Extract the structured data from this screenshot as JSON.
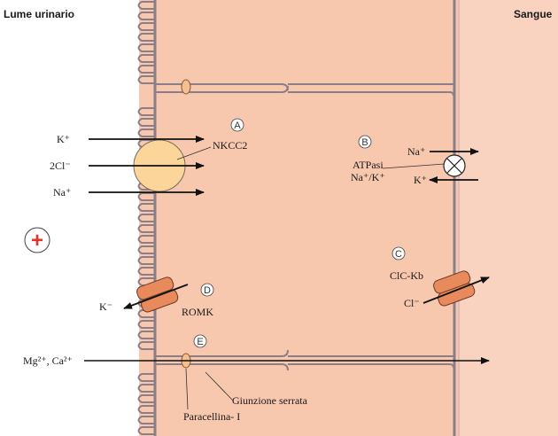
{
  "headers": {
    "lumen": "Lume urinario",
    "blood": "Sangue"
  },
  "markers": {
    "A": "A",
    "B": "B",
    "C": "C",
    "D": "D",
    "E": "E"
  },
  "labels": {
    "k_plus": "K⁺",
    "two_cl": "2Cl⁻",
    "na_plus": "Na⁺",
    "nkcc2": "NKCC2",
    "atpasi_line1": "ATPasi",
    "atpasi_line2": "Na⁺/K⁺",
    "pump_na": "Na⁺",
    "pump_k": "K⁺",
    "clckb": "ClC-Kb",
    "cl_minus": "Cl⁻",
    "romk_k": "K⁻",
    "romk": "ROMK",
    "mg_ca": "Mg²⁺, Ca²⁺",
    "giunzione": "Giunzione serrata",
    "paracellina": "Paracellina- I"
  },
  "plus_sign": "+",
  "colors": {
    "cell": "#f7c7ae",
    "blood": "#f9d2c0",
    "membrane": "#8a7e88",
    "nkcc2": "#fbd59a",
    "channel": "#e98a5c",
    "junction": "#f3c08e",
    "plus": "#e0342a"
  }
}
